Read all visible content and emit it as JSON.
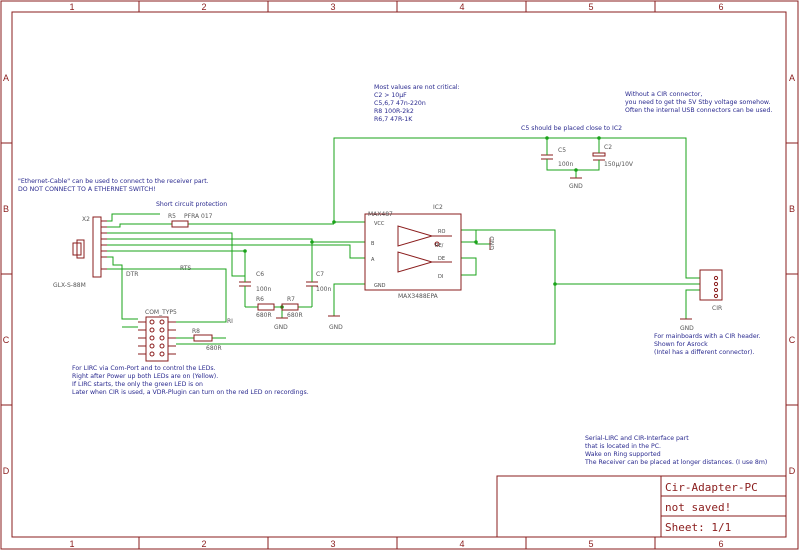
{
  "frame": {
    "columns": [
      "1",
      "2",
      "3",
      "4",
      "5",
      "6"
    ],
    "rows": [
      "A",
      "B",
      "C",
      "D"
    ]
  },
  "title_block": {
    "title": "Cir-Adapter-PC",
    "status": "not saved!",
    "sheet": "Sheet: 1/1"
  },
  "notes": {
    "values_note": [
      "Most values are not critical:",
      "C2 > 10µF",
      "C5,6,7 47n-220n",
      "R8 100R-2k2",
      "R6,7 47R-1K"
    ],
    "cir_note": [
      "Without a CIR connector,",
      "you need to get the 5V Stby voltage somehow.",
      "Often the internal USB connectors can be used."
    ],
    "c5_note": "C5 should be placed close to IC2",
    "ethernet_note": [
      "\"Ethernet-Cable\" can be used to connect to the receiver part.",
      "DO NOT CONNECT TO A ETHERNET SWITCH!"
    ],
    "short_note": "Short circuit protection",
    "lirc_note": [
      "For LIRC via Com-Port and to control the LEDs.",
      "Right after Power up both LEDs are on (Yellow).",
      "If LIRC starts, the only the green LED is on",
      "Later when CIR is used, a VDR-Plugin can turn on the red LED on recordings."
    ],
    "mainboard_note": [
      "For mainboards with a CIR header.",
      "Shown for Asrock",
      "(Intel has a different connector)."
    ],
    "summary_note": [
      "Serial-LIRC and CIR-Interface part",
      "that is located in the PC.",
      "Wake on Ring supported",
      "The Receiver can be placed at longer distances. (I use 8m)"
    ]
  },
  "components": {
    "x2_name": "X2",
    "x2_part": "GLX-S-88M",
    "r5_label": "R5",
    "r5_value": "PFRA 017",
    "ic2_name": "MAX487",
    "ic2_ref": "IC2",
    "ic2_part": "MAX3488EPA",
    "ic2_pins": {
      "vcc": "VCC",
      "b": "B",
      "a": "A",
      "gnd": "GND",
      "ro": "RO",
      "re": "RE/",
      "de": "DE",
      "di": "DI"
    },
    "c5_name": "C5",
    "c5_value": "100n",
    "c2_name": "C2",
    "c2_value": "150µ/10V",
    "c6_name": "C6",
    "c6_value": "100n",
    "c7_name": "C7",
    "c7_value": "100n",
    "r6_name": "R6",
    "r6_value": "680R",
    "r7_name": "R7",
    "r7_value": "680R",
    "r8_name": "R8",
    "r8_value": "680R",
    "com_name": "COM_TYP5",
    "dtr_label": "DTR",
    "rts_label": "RTS",
    "ri_label": "RI",
    "cir_name": "CIR",
    "gnd": "GND"
  },
  "colors": {
    "frame": "#8a1c1c",
    "wire": "#1aa31a",
    "text": "#2a2a8f"
  }
}
